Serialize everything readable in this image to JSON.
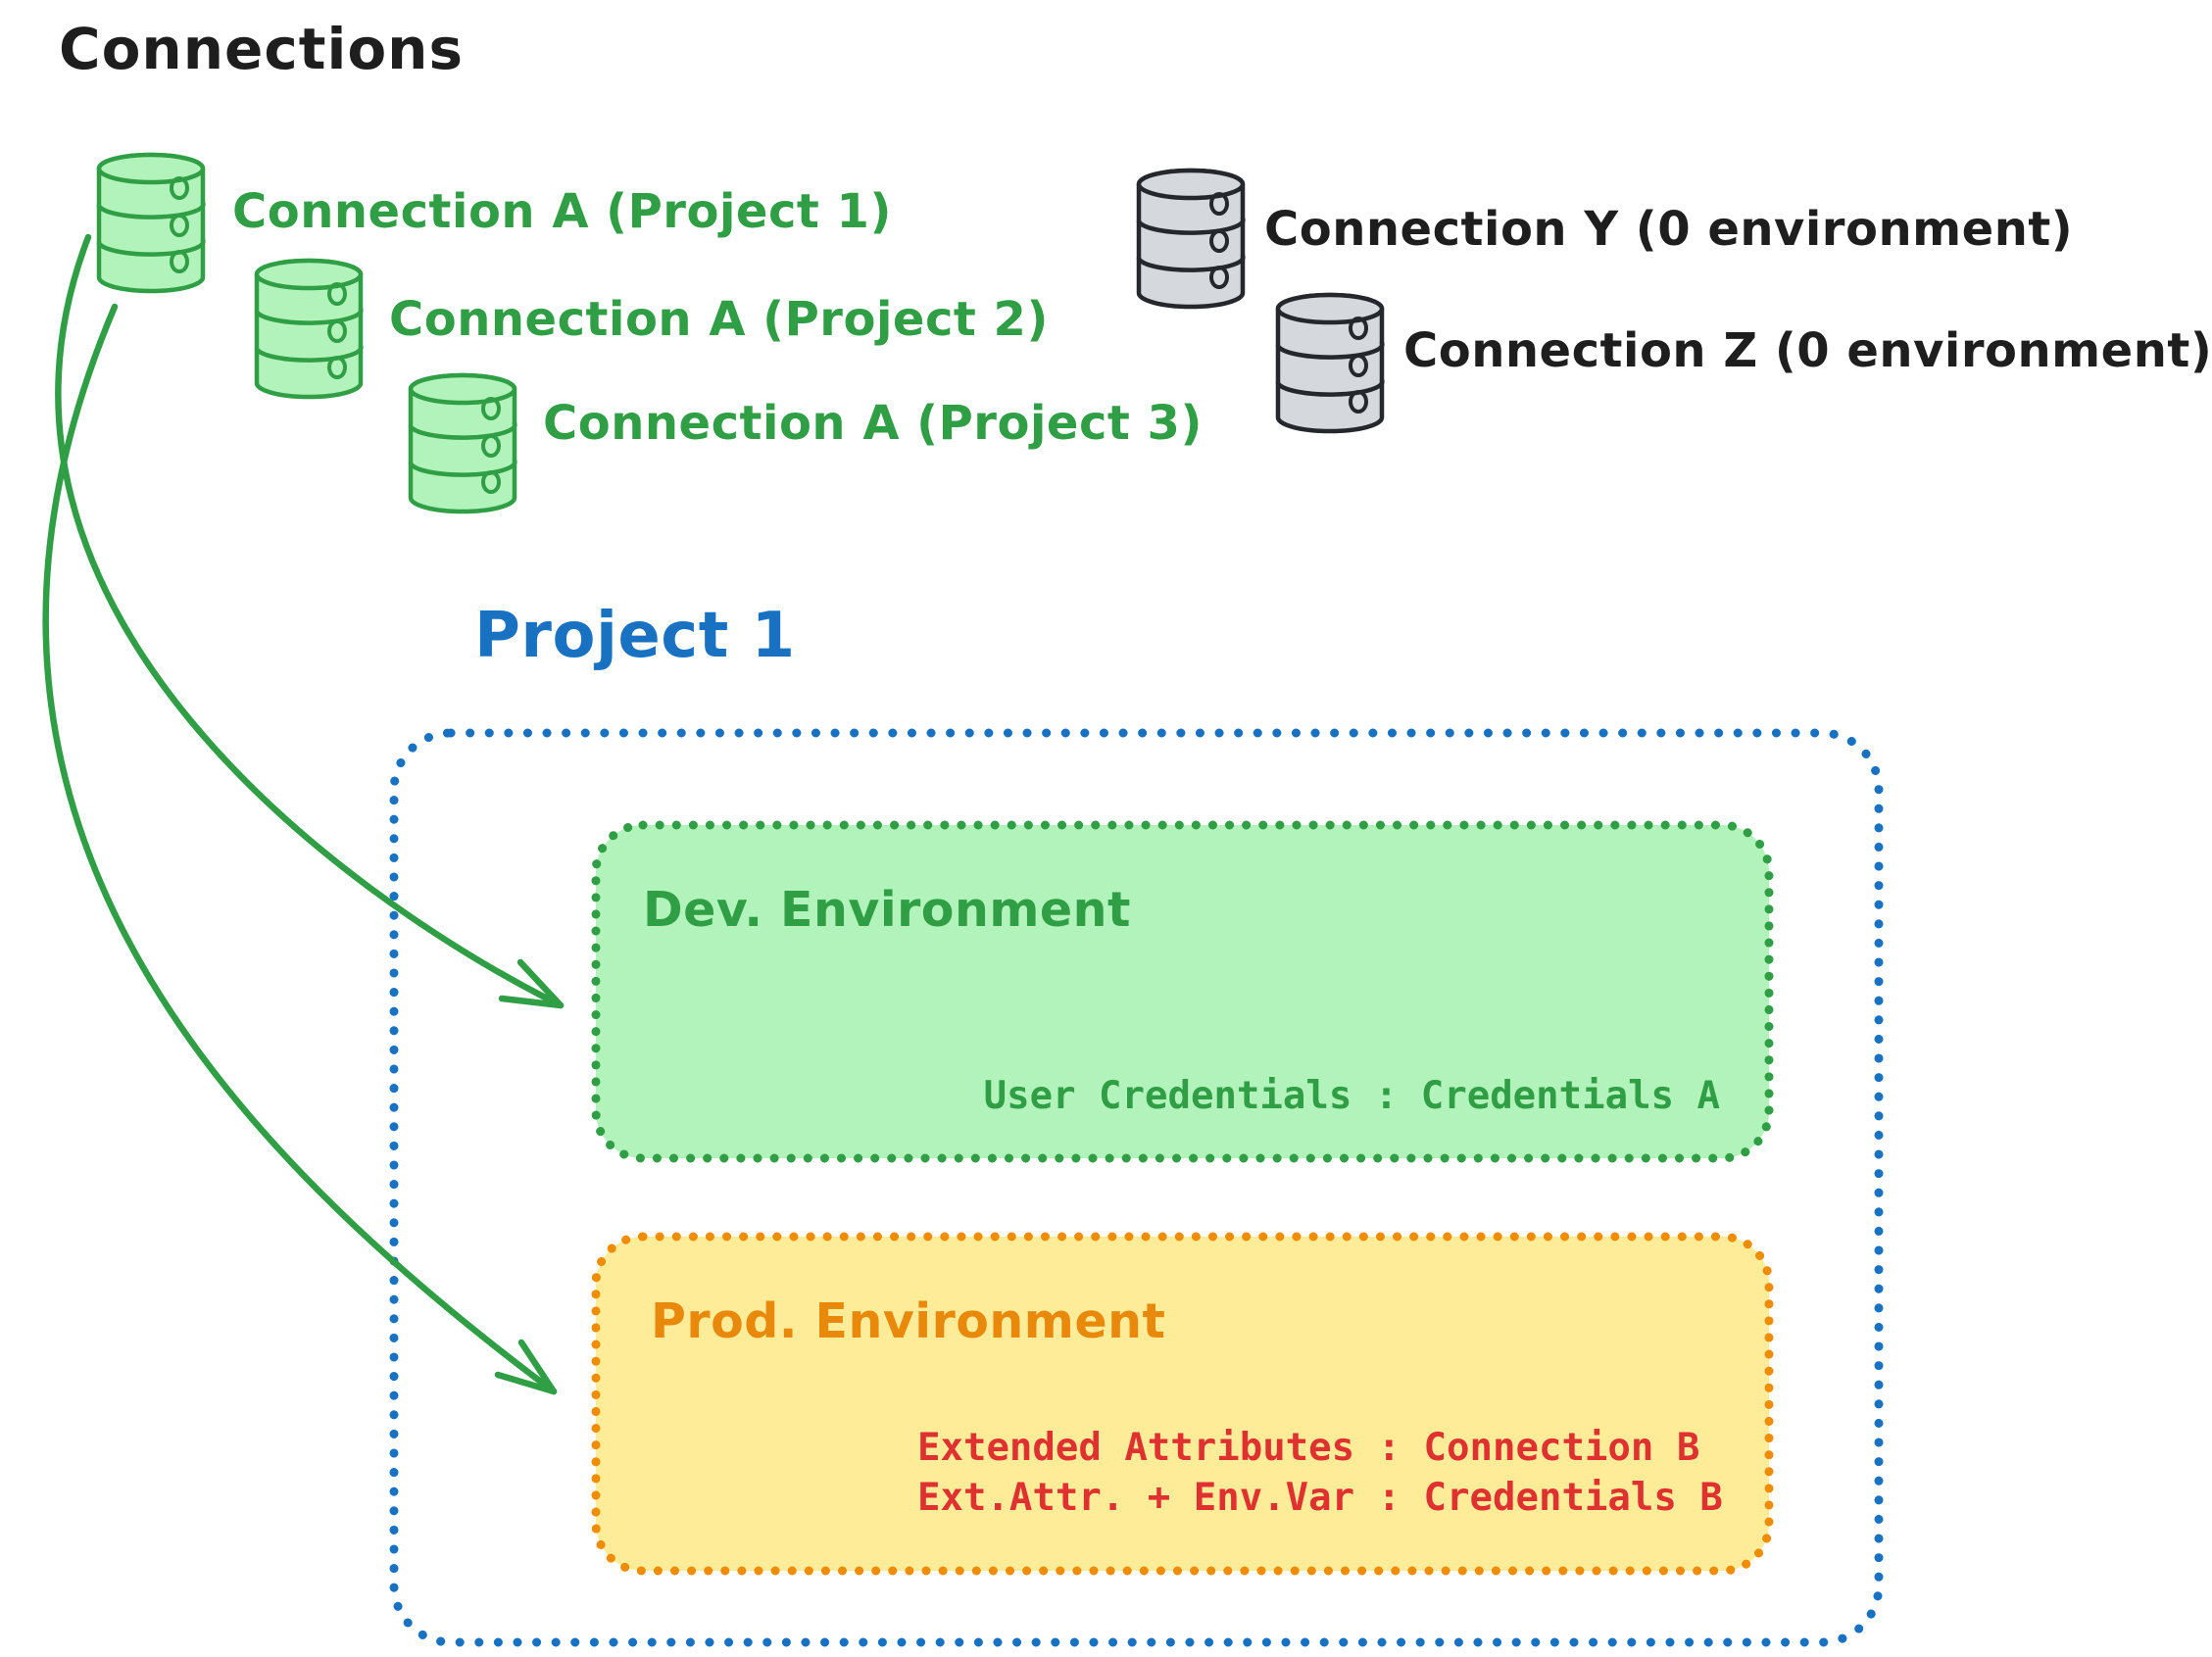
{
  "title": "Connections",
  "palette": {
    "green_stroke": "#2f9e44",
    "green_fill": "#b2f2bb",
    "blue_stroke": "#1971c2",
    "orange_stroke": "#f08c00",
    "orange_text": "#e8890c",
    "yellow_fill": "#ffec99",
    "red_text": "#e03131",
    "ink": "#1e1e1e",
    "gray_fill": "#d5d9dd"
  },
  "connection_groups": {
    "assigned": {
      "icon": "database-icon",
      "items": [
        {
          "label": "Connection A (Project 1)"
        },
        {
          "label": "Connection A (Project 2)"
        },
        {
          "label": "Connection A (Project 3)"
        }
      ]
    },
    "unassigned": {
      "icon": "database-icon",
      "items": [
        {
          "label": "Connection Y (0 environment)"
        },
        {
          "label": "Connection Z (0 environment)"
        }
      ]
    }
  },
  "project": {
    "title": "Project 1",
    "environments": [
      {
        "name": "Dev. Environment",
        "bindings": [
          "User Credentials : Credentials A"
        ]
      },
      {
        "name": "Prod. Environment",
        "bindings": [
          "Extended Attributes : Connection B",
          "Ext.Attr. + Env.Var : Credentials B"
        ]
      }
    ]
  }
}
